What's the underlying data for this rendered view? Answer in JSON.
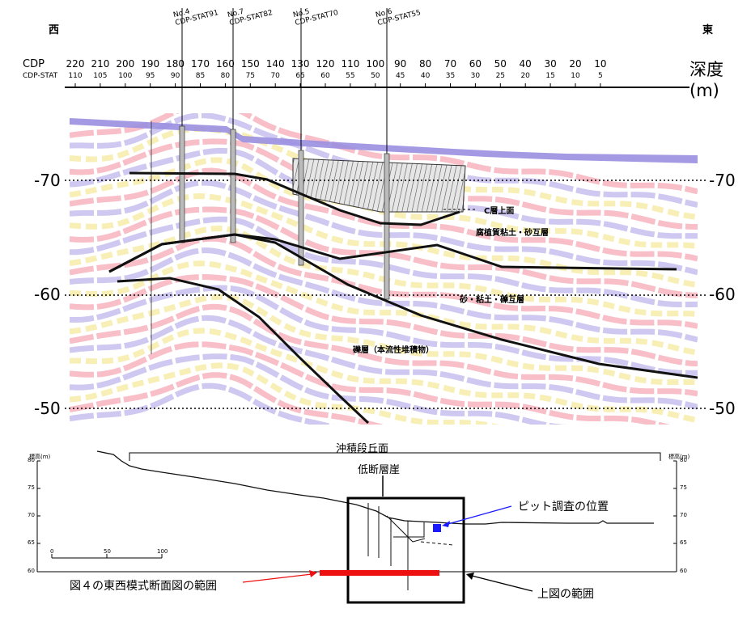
{
  "direction": {
    "west": "西",
    "east": "東"
  },
  "axis": {
    "cdp_label": "CDP",
    "stat_label": "CDP-STAT",
    "depth_label": "深度(m)",
    "cdp_ticks": [
      "220",
      "210",
      "200",
      "190",
      "180",
      "170",
      "160",
      "150",
      "140",
      "130",
      "120",
      "110",
      "100",
      "90",
      "80",
      "70",
      "60",
      "50",
      "40",
      "30",
      "20",
      "10"
    ],
    "stat_ticks": [
      "110",
      "105",
      "100",
      "95",
      "90",
      "85",
      "80",
      "75",
      "70",
      "65",
      "60",
      "55",
      "50",
      "45",
      "40",
      "35",
      "30",
      "25",
      "20",
      "15",
      "10",
      "5"
    ]
  },
  "depth_ticks": [
    "-70",
    "-60",
    "-50"
  ],
  "wells": [
    {
      "no": "No.4",
      "stat": "CDP-STAT91"
    },
    {
      "no": "No.7",
      "stat": "CDP-STAT82"
    },
    {
      "no": "No.5",
      "stat": "CDP-STAT70"
    },
    {
      "no": "No.6",
      "stat": "CDP-STAT55"
    }
  ],
  "layers": {
    "c_top": "C層上面",
    "humic": "腐植質粘土・砂互層",
    "sand": "砂・粘土・礫互層",
    "gravel": "礫層（本流性堆積物）"
  },
  "profile": {
    "terrace": "沖積段丘面",
    "scarp": "低断層崖",
    "pit_label": "ピット調査の位置",
    "fig4_range": "図４の東西模式断面図の範囲",
    "upper_range": "上図の範囲",
    "elev_unit_left": "標高(m)",
    "elev_unit_right": "標高(m)",
    "left_ticks": [
      "80",
      "75",
      "70",
      "65",
      "60"
    ],
    "right_ticks": [
      "80",
      "75",
      "70",
      "65",
      "60"
    ],
    "scale_ticks": [
      "0",
      "50",
      "100"
    ]
  },
  "colors": {
    "surface_band": "#9a8fe0",
    "pink": "#f28a9a",
    "purple": "#a89ae6",
    "yellow": "#f2e27a",
    "pit": "#1a1aff",
    "range_bar": "#ee1111"
  }
}
